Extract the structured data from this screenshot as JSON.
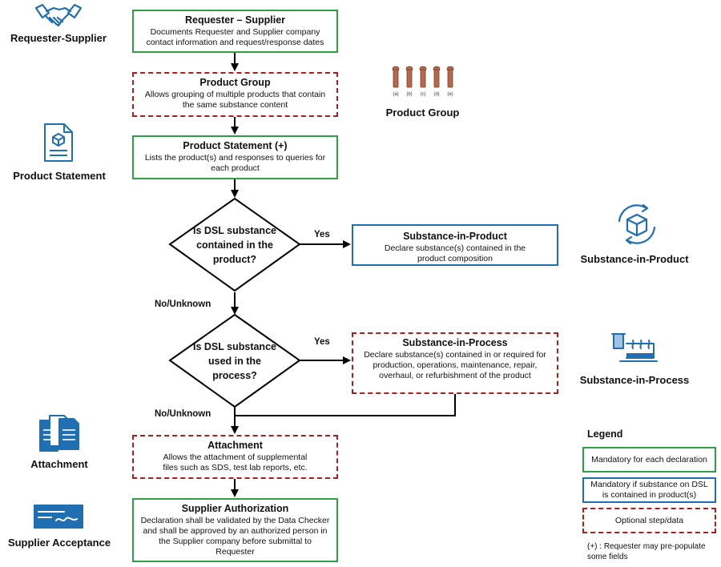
{
  "flow": {
    "requester_supplier": {
      "title": "Requester – Supplier",
      "desc": "Documents Requester and Supplier company contact information and request/response dates"
    },
    "product_group": {
      "title": "Product Group",
      "desc": "Allows grouping of multiple products that contain the same substance content"
    },
    "product_statement": {
      "title": "Product Statement (+)",
      "desc": "Lists the product(s) and responses to queries for each product"
    },
    "decision1": {
      "text": "Is DSL substance contained in the product?"
    },
    "decision2": {
      "text": "Is DSL substance used in the process?"
    },
    "substance_in_product": {
      "title": "Substance-in-Product",
      "desc": "Declare substance(s) contained in the product composition"
    },
    "substance_in_process": {
      "title": "Substance-in-Process",
      "desc": "Declare substance(s) contained in or required for production, operations, maintenance, repair, overhaul, or refurbishment of the product"
    },
    "attachment": {
      "title": "Attachment",
      "desc": "Allows the attachment of supplemental files such as SDS, test lab reports, etc."
    },
    "supplier_authorization": {
      "title": "Supplier Authorization",
      "desc": "Declaration shall be validated by the Data Checker and shall be approved by an authorized person in the Supplier company before submittal to Requester"
    },
    "yes1": "Yes",
    "yes2": "Yes",
    "no1": "No/Unknown",
    "no2": "No/Unknown"
  },
  "side_labels": {
    "requester_supplier": "Requester-Supplier",
    "product_group": "Product Group",
    "product_statement": "Product Statement",
    "substance_in_product": "Substance-in-Product",
    "substance_in_process": "Substance-in-Process",
    "attachment": "Attachment",
    "supplier_acceptance": "Supplier Acceptance"
  },
  "product_group_image": {
    "sublabels": [
      "(a)",
      "(b)",
      "(c)",
      "(d)",
      "(e)"
    ]
  },
  "legend": {
    "title": "Legend",
    "mandatory": "Mandatory for each declaration",
    "mandatory_if": "Mandatory if substance on DSL is contained in product(s)",
    "optional": "Optional step/data",
    "note": "(+) : Requester may pre-populate some fields"
  },
  "colors": {
    "mandatory": "#2ea043",
    "mandatory_if": "#1f6fb2",
    "optional": "#b01c1c",
    "icon": "#1f6fb2"
  },
  "icons": [
    "handshake-icon",
    "product-statement-document-icon",
    "product-cycle-icon",
    "lab-process-icon",
    "attachment-documents-icon",
    "supplier-acceptance-card-icon"
  ]
}
